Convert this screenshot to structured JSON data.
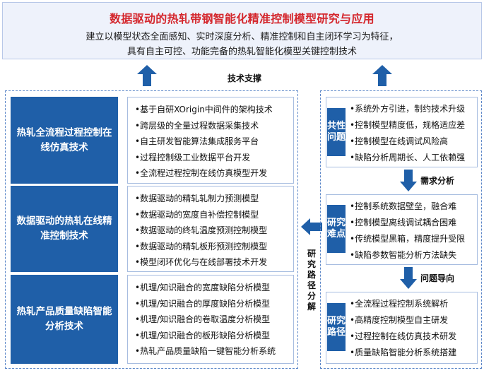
{
  "banner": {
    "title": "数据驱动的热轧带钢智能化精准控制模型研究与应用",
    "line1": "建立以模型状态全面感知、实时深度分析、精准控制和自主闭环学习为特征，",
    "line2": "具有自主可控、功能完备的热轧智能化模型关键控制技术"
  },
  "tech_support_label": "技术支撑",
  "left_rows": [
    {
      "title": "热轧全流程过程控制在线仿真技术",
      "items": [
        "•基于自研XOrigin中间件的架构技术",
        "•跨层级的全量过程数据采集技术",
        "•自主研发智能算法集成服务平台",
        "•过程控制级工业数据平台开发",
        "•全流程过程控制在线仿真模型开发"
      ]
    },
    {
      "title": "数据驱动的热轧在线精准控制技术",
      "items": [
        "•数据驱动的精轧轧制力预测模型",
        "•数据驱动的宽度自补偿控制模型",
        "•数据驱动的终轧温度预测控制模型",
        "•数据驱动的精轧板形预测控制模型",
        "•模型闭环优化与在线部署技术开发"
      ]
    },
    {
      "title": "热轧产品质量缺陷智能分析技术",
      "items": [
        "•机理/知识融合的宽度缺陷分析模型",
        "•机理/知识融合的厚度缺陷分析模型",
        "•机理/知识融合的卷取温度分析模型",
        "•机理/知识融合的板形缺陷分析模型",
        "•热轧产品质量缺陷一键智能分析系统"
      ]
    }
  ],
  "vertical_label": "研究路径分解",
  "right_sections": [
    {
      "tab": "共性问题",
      "items": [
        "•系统外方引进，制约技术升级",
        "•控制模型精度低，规格适应差",
        "•控制模型在线调试风险高",
        "•缺陷分析周期长、人工依赖强"
      ]
    },
    {
      "tab": "研究难点",
      "items": [
        "•控制系统数据壁垒，融合难",
        "•控制模型离线调试耦合困难",
        "•传统模型黑箱，精度提升受限",
        "•缺陷参数智能分析方法缺失"
      ]
    },
    {
      "tab": "研究路径",
      "items": [
        "•全流程过程控制系统解析",
        "•高精度控制模型自主研发",
        "•过程控制在线仿真技术研发",
        "•质量缺陷智能分析系统搭建"
      ]
    }
  ],
  "arrow_labels": {
    "demand": "需求分析",
    "problem": "问题导向"
  }
}
